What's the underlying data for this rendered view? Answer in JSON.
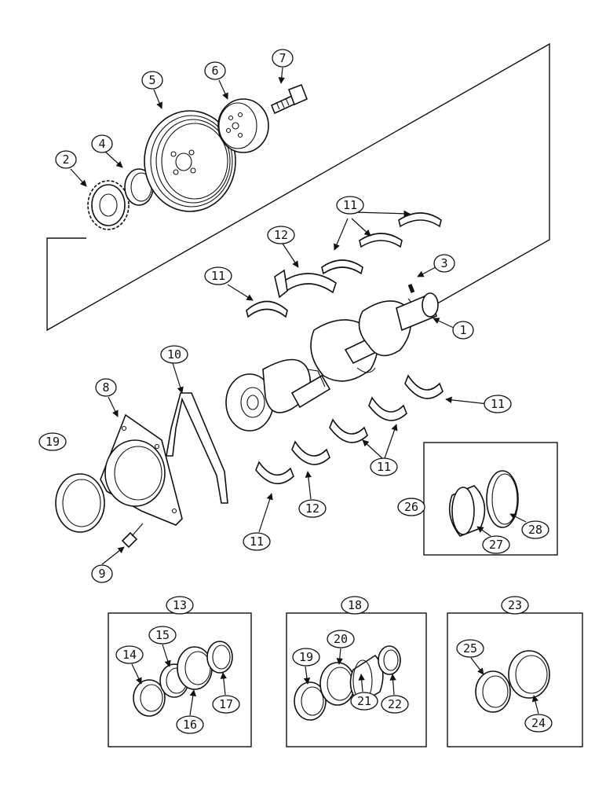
{
  "diagram": {
    "callouts": {
      "c1": "1",
      "c2": "2",
      "c3": "3",
      "c4": "4",
      "c5": "5",
      "c6": "6",
      "c7": "7",
      "c8": "8",
      "c9": "9",
      "c10": "10",
      "c11a": "11",
      "c11b": "11",
      "c11c": "11",
      "c11d": "11",
      "c11e": "11",
      "c12a": "12",
      "c12b": "12",
      "c13": "13",
      "c14": "14",
      "c15": "15",
      "c16": "16",
      "c17": "17",
      "c18": "18",
      "c19a": "19",
      "c19b": "19",
      "c20": "20",
      "c21": "21",
      "c22": "22",
      "c23": "23",
      "c24": "24",
      "c25": "25",
      "c26": "26",
      "c27": "27",
      "c28": "28"
    }
  }
}
